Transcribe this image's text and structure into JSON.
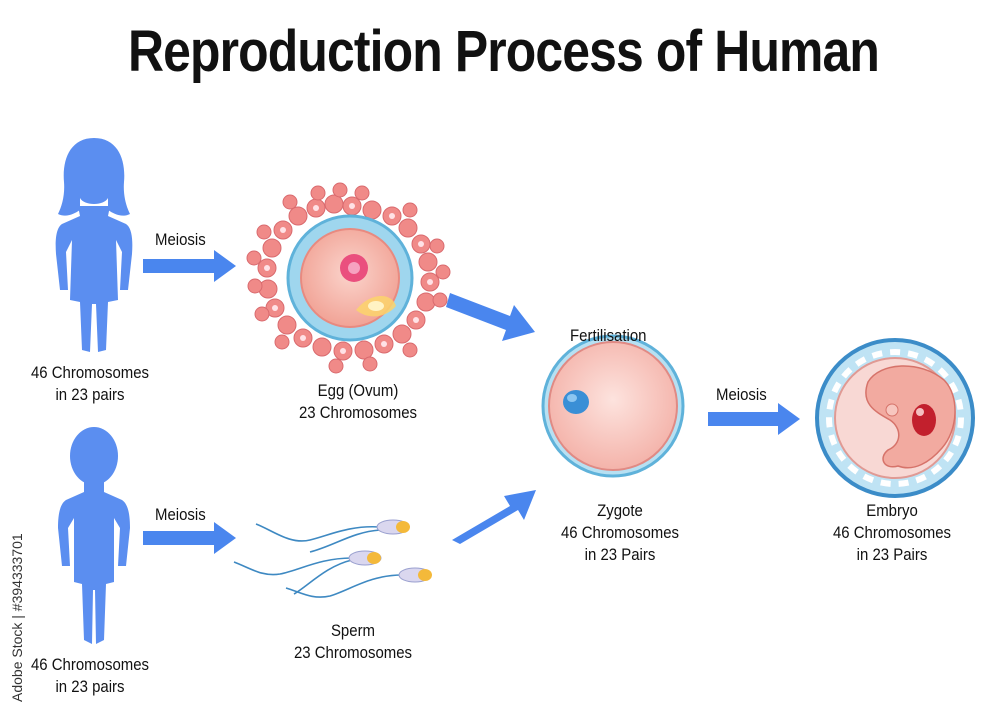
{
  "title": "Reproduction Process of Human",
  "female": {
    "line1": "46 Chromosomes",
    "line2": "in 23 pairs"
  },
  "male": {
    "line1": "46 Chromosomes",
    "line2": "in 23 pairs"
  },
  "arrows": {
    "meiosis_top": "Meiosis",
    "meiosis_bottom": "Meiosis",
    "meiosis_right": "Meiosis",
    "fertilisation": "Fertilisation"
  },
  "egg": {
    "line1": "Egg (Ovum)",
    "line2": "23 Chromosomes"
  },
  "sperm": {
    "line1": "Sperm",
    "line2": "23 Chromosomes"
  },
  "zygote": {
    "line1": "Zygote",
    "line2": "46 Chromosomes",
    "line3": "in 23 Pairs"
  },
  "embryo": {
    "line1": "Embryo",
    "line2": "46 Chromosomes",
    "line3": "in 23 Pairs"
  },
  "watermark": "Adobe Stock | #394333701",
  "colors": {
    "silhouette": "#5b8ef0",
    "arrow": "#4a86ee",
    "cell_pink": "#f3a8a0",
    "membrane_blue": "#9fd6ee",
    "nucleus_blue": "#3a8fd6"
  }
}
